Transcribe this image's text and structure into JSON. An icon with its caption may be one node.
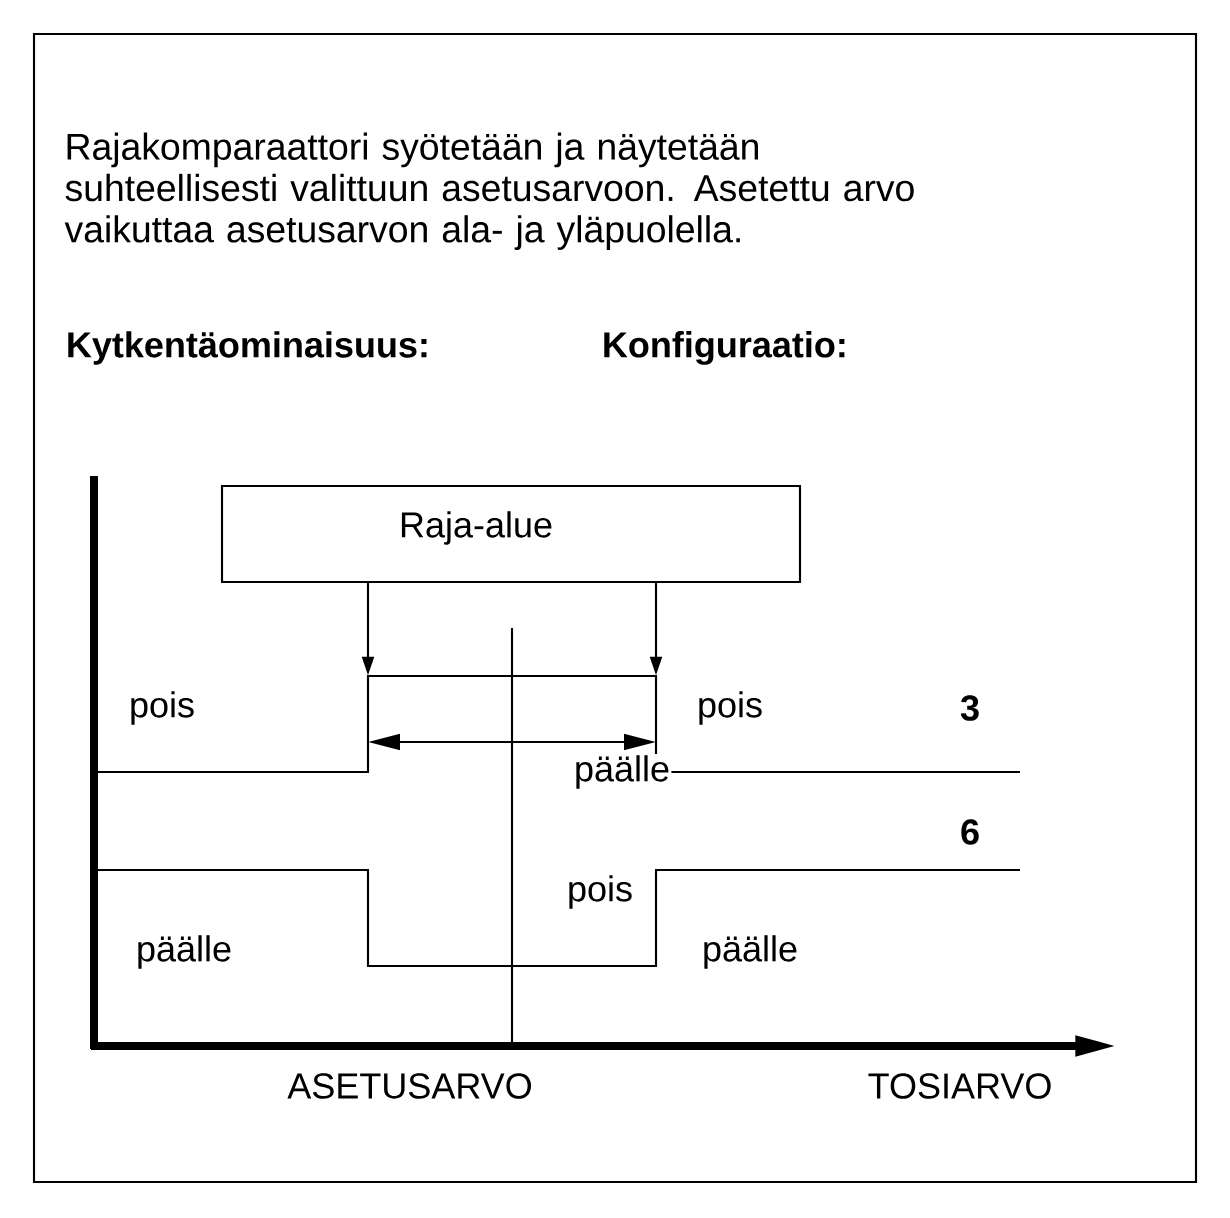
{
  "diagram": {
    "nodes": [
      {
        "text": [
          "Raja-alue"
        ]
      },
      {
        "text": [],
        "shape": "curve"
      }
    ],
    "edges": [
      {
        "from": 0,
        "to": 1,
        "arrow": "to"
      },
      {
        "from": 0,
        "to": 1,
        "arrow": "to"
      }
    ],
    "labels": [
      "Rajakomparaattori syötetään ja näytetään suhteellisesti valittuun asetusarvoon. Asetettu arvo vaikuttaa asetusarvon ala- ja yläpuolella.",
      "Kytkentäominaisuus:",
      "Konfiguraatio:",
      "pois",
      "pois",
      "3",
      "päälle",
      "6",
      "pois",
      "päälle",
      "päälle",
      "ASETUSARVO",
      "TOSIARVO"
    ]
  }
}
